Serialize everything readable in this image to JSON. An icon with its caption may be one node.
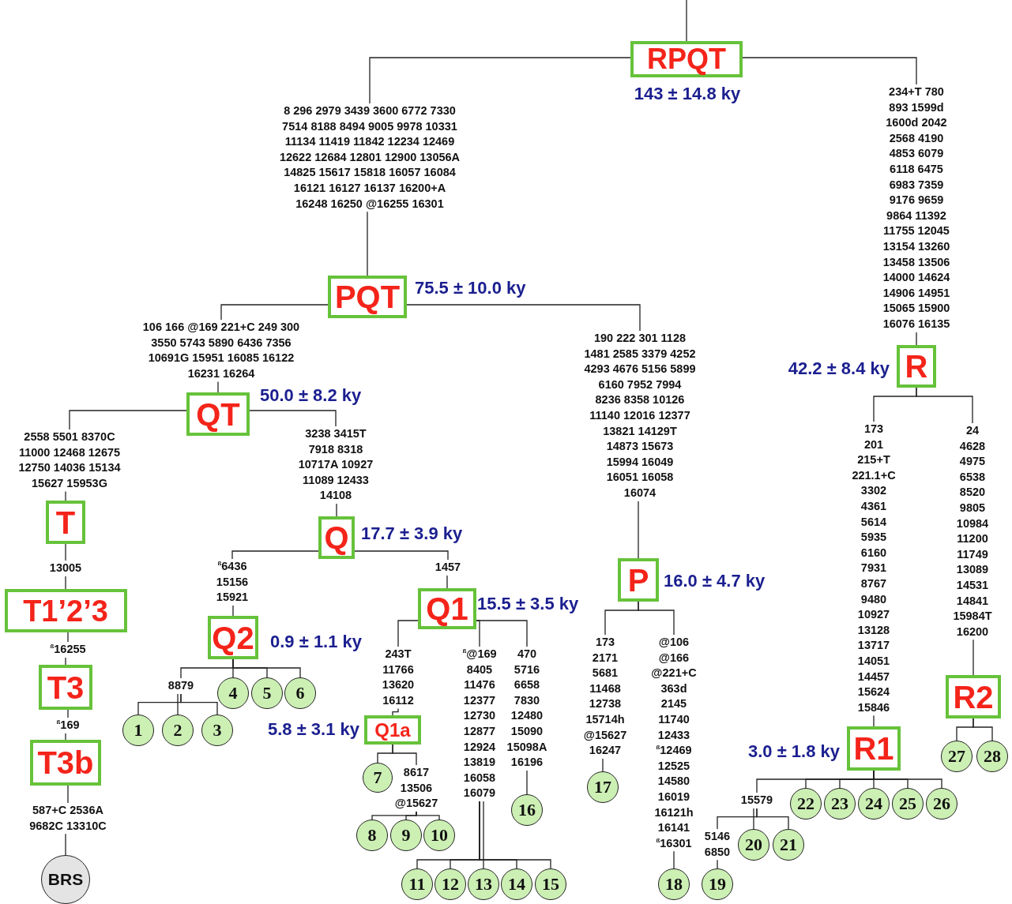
{
  "diagram": {
    "nodes": [
      {
        "text": [
          "RPQT"
        ],
        "beside": [
          "143 ± 14.8 ky"
        ]
      },
      {
        "text": [
          "8 296 2979 3439 3600 6772 7330 7514 8188 8494 9005 9978 10331 11134 11419 11842 12234 12469 12622 12684 12801 12900 13056A 14825 15617 15818 16057 16084 16121 16127 16137 16200+A 16248 16250 @16255 16301"
        ]
      },
      {
        "text": [
          "234+T 780 893 1599d 1600d 2042 2568 4190 4853 6079 6118 6475 6983 7359 9176 9659 9864 11392 11755 12045 13154 13260 13458 13506 14000 14624 14906 14951 15065 15900 16076 16135"
        ]
      },
      {
        "text": [
          "PQT"
        ],
        "beside": [
          "75.5 ± 10.0 ky"
        ]
      },
      {
        "text": [
          "106 166 @169 221+C 249 300 3550 5743 5890 6436 7356 10691G 15951 16085 16122 16231 16264"
        ]
      },
      {
        "text": [
          "190 222 301 1128 1481 2585 3379 4252 4293 4676 5156 5899 6160 7952 7994 8236 8358 10126 11140 12016 12377 13821 14129T 14873 15673 15994 16049 16051 16058 16074"
        ]
      },
      {
        "text": [
          "R"
        ],
        "beside": [
          "42.2 ± 8.4 ky"
        ]
      },
      {
        "text": [
          "QT"
        ],
        "beside": [
          "50.0 ± 8.2 ky"
        ]
      },
      {
        "text": [
          "2558 5501 8370C 11000 12468 12675 12750 14036 15134 15627 15953G"
        ]
      },
      {
        "text": [
          "3238 3415T 7918 8318 10717A 10927 11089 12433 14108"
        ]
      },
      {
        "text": [
          "173 201 215+T 221.1+C 3302 4361 5614 5935 6160 7931 8767 9480 10927 13128 13717 14051 14457 15624 15846"
        ]
      },
      {
        "text": [
          "24 4628 4975 6538 8520 9805 10984 11200 11749 13089 14531 14841 15984T 16200"
        ]
      },
      {
        "text": [
          "T"
        ]
      },
      {
        "text": [
          "13005"
        ]
      },
      {
        "text": [
          "T1’2’3"
        ]
      },
      {
        "text": [
          "$^{ß}$16255"
        ]
      },
      {
        "text": [
          "T3"
        ]
      },
      {
        "text": [
          "$^{ß}$169"
        ]
      },
      {
        "text": [
          "T3b"
        ]
      },
      {
        "text": [
          "587+C 2536A 9682C 13310C"
        ]
      },
      {
        "text": [
          "BRS"
        ]
      },
      {
        "text": [
          "Q"
        ],
        "beside": [
          "17.7 ± 3.9 ky"
        ]
      },
      {
        "text": [
          "$^{ß}$6436 15156 15921"
        ]
      },
      {
        "text": [
          "1457"
        ]
      },
      {
        "text": [
          "Q2"
        ],
        "beside": [
          "0.9 ± 1.1 ky"
        ]
      },
      {
        "text": [
          "8879"
        ]
      },
      {
        "text": [
          "1"
        ]
      },
      {
        "text": [
          "2"
        ]
      },
      {
        "text": [
          "3"
        ]
      },
      {
        "text": [
          "4"
        ]
      },
      {
        "text": [
          "5"
        ]
      },
      {
        "text": [
          "6"
        ]
      },
      {
        "text": [
          "Q1"
        ],
        "beside": [
          "15.5 ± 3.5 ky"
        ]
      },
      {
        "text": [
          "243T 11766 13620 16112"
        ]
      },
      {
        "text": [
          "$^{ß}$@169 8405 11476 12377 12730 12877 12924 13819 16058 16079"
        ]
      },
      {
        "text": [
          "470 5716 6658 7830 12480 15090 15098A 16196"
        ]
      },
      {
        "text": [
          "Q1a"
        ],
        "beside": [
          "5.8 ± 3.1 ky"
        ]
      },
      {
        "text": [
          "7"
        ]
      },
      {
        "text": [
          "8617 13506 @15627"
        ]
      },
      {
        "text": [
          "8"
        ]
      },
      {
        "text": [
          "9"
        ]
      },
      {
        "text": [
          "10"
        ]
      },
      {
        "text": [
          "11"
        ]
      },
      {
        "text": [
          "12"
        ]
      },
      {
        "text": [
          "13"
        ]
      },
      {
        "text": [
          "14"
        ]
      },
      {
        "text": [
          "15"
        ]
      },
      {
        "text": [
          "16"
        ]
      },
      {
        "text": [
          "P"
        ],
        "beside": [
          "16.0 ± 4.7 ky"
        ]
      },
      {
        "text": [
          "173 2171 5681 11468 12738 15714h @15627 16247"
        ]
      },
      {
        "text": [
          "@106 @166 @221+C 363d 2145 11740 12433 $^{ß}$12469 12525 14580 16019 16121h 16141 $^{ß}$16301"
        ]
      },
      {
        "text": [
          "17"
        ]
      },
      {
        "text": [
          "18"
        ]
      },
      {
        "text": [
          "R1"
        ],
        "beside": [
          "3.0 ± 1.8 ky"
        ]
      },
      {
        "text": [
          "R2"
        ]
      },
      {
        "text": [
          "15579"
        ]
      },
      {
        "text": [
          "22"
        ]
      },
      {
        "text": [
          "23"
        ]
      },
      {
        "text": [
          "24"
        ]
      },
      {
        "text": [
          "25"
        ]
      },
      {
        "text": [
          "26"
        ]
      },
      {
        "text": [
          "20"
        ]
      },
      {
        "text": [
          "21"
        ]
      },
      {
        "text": [
          "5146 6850"
        ]
      },
      {
        "text": [
          "19"
        ]
      },
      {
        "text": [
          "27"
        ]
      },
      {
        "text": [
          "28"
        ]
      }
    ],
    "edges": [
      {
        "from": null,
        "to": 0,
        "arrow": "none"
      },
      {
        "from": 0,
        "to": 1,
        "arrow": "none"
      },
      {
        "from": 1,
        "to": 3,
        "arrow": "none"
      },
      {
        "from": 0,
        "to": 2,
        "arrow": "none"
      },
      {
        "from": 2,
        "to": 6,
        "arrow": "none"
      },
      {
        "from": 3,
        "to": 4,
        "arrow": "none"
      },
      {
        "from": 4,
        "to": 7,
        "arrow": "none"
      },
      {
        "from": 3,
        "to": 5,
        "arrow": "none"
      },
      {
        "from": 5,
        "to": 48,
        "arrow": "none"
      },
      {
        "from": 7,
        "to": 8,
        "arrow": "none"
      },
      {
        "from": 8,
        "to": 12,
        "arrow": "none"
      },
      {
        "from": 7,
        "to": 9,
        "arrow": "none"
      },
      {
        "from": 9,
        "to": 21,
        "arrow": "none"
      },
      {
        "from": 12,
        "to": 13,
        "arrow": "none"
      },
      {
        "from": 13,
        "to": 14,
        "arrow": "none"
      },
      {
        "from": 14,
        "to": 15,
        "arrow": "none"
      },
      {
        "from": 15,
        "to": 16,
        "arrow": "none"
      },
      {
        "from": 16,
        "to": 17,
        "arrow": "none"
      },
      {
        "from": 17,
        "to": 18,
        "arrow": "none"
      },
      {
        "from": 18,
        "to": 19,
        "arrow": "none"
      },
      {
        "from": 19,
        "to": 20,
        "arrow": "none"
      },
      {
        "from": 21,
        "to": 22,
        "arrow": "none"
      },
      {
        "from": 22,
        "to": 24,
        "arrow": "none"
      },
      {
        "from": 21,
        "to": 23,
        "arrow": "none"
      },
      {
        "from": 23,
        "to": 32,
        "arrow": "none"
      },
      {
        "from": 24,
        "to": 25,
        "arrow": "none"
      },
      {
        "from": 25,
        "to": 26,
        "arrow": "none"
      },
      {
        "from": 25,
        "to": 27,
        "arrow": "none"
      },
      {
        "from": 25,
        "to": 28,
        "arrow": "none"
      },
      {
        "from": 24,
        "to": 29,
        "arrow": "none"
      },
      {
        "from": 24,
        "to": 30,
        "arrow": "none"
      },
      {
        "from": 24,
        "to": 31,
        "arrow": "none"
      },
      {
        "from": 32,
        "to": 33,
        "arrow": "none"
      },
      {
        "from": 33,
        "to": 36,
        "arrow": "none"
      },
      {
        "from": 36,
        "to": 37,
        "arrow": "none"
      },
      {
        "from": 36,
        "to": 38,
        "arrow": "none"
      },
      {
        "from": 38,
        "to": 39,
        "arrow": "none"
      },
      {
        "from": 38,
        "to": 40,
        "arrow": "none"
      },
      {
        "from": 38,
        "to": 41,
        "arrow": "none"
      },
      {
        "from": 32,
        "to": 34,
        "arrow": "none"
      },
      {
        "from": 34,
        "to": 42,
        "arrow": "none"
      },
      {
        "from": 34,
        "to": 43,
        "arrow": "none"
      },
      {
        "from": 34,
        "to": 44,
        "arrow": "none"
      },
      {
        "from": 34,
        "to": 45,
        "arrow": "none"
      },
      {
        "from": 34,
        "to": 46,
        "arrow": "none"
      },
      {
        "from": 32,
        "to": 35,
        "arrow": "none"
      },
      {
        "from": 35,
        "to": 47,
        "arrow": "none"
      },
      {
        "from": 48,
        "to": 49,
        "arrow": "none"
      },
      {
        "from": 49,
        "to": 51,
        "arrow": "none"
      },
      {
        "from": 48,
        "to": 50,
        "arrow": "none"
      },
      {
        "from": 50,
        "to": 52,
        "arrow": "none"
      },
      {
        "from": 6,
        "to": 10,
        "arrow": "none"
      },
      {
        "from": 10,
        "to": 53,
        "arrow": "none"
      },
      {
        "from": 6,
        "to": 11,
        "arrow": "none"
      },
      {
        "from": 11,
        "to": 54,
        "arrow": "none"
      },
      {
        "from": 53,
        "to": 55,
        "arrow": "none"
      },
      {
        "from": 55,
        "to": 63,
        "arrow": "none"
      },
      {
        "from": 63,
        "to": 64,
        "arrow": "none"
      },
      {
        "from": 55,
        "to": 61,
        "arrow": "none"
      },
      {
        "from": 55,
        "to": 62,
        "arrow": "none"
      },
      {
        "from": 53,
        "to": 56,
        "arrow": "none"
      },
      {
        "from": 53,
        "to": 57,
        "arrow": "none"
      },
      {
        "from": 53,
        "to": 58,
        "arrow": "none"
      },
      {
        "from": 53,
        "to": 59,
        "arrow": "none"
      },
      {
        "from": 53,
        "to": 60,
        "arrow": "none"
      },
      {
        "from": 54,
        "to": 65,
        "arrow": "none"
      },
      {
        "from": 54,
        "to": 66,
        "arrow": "none"
      }
    ]
  }
}
